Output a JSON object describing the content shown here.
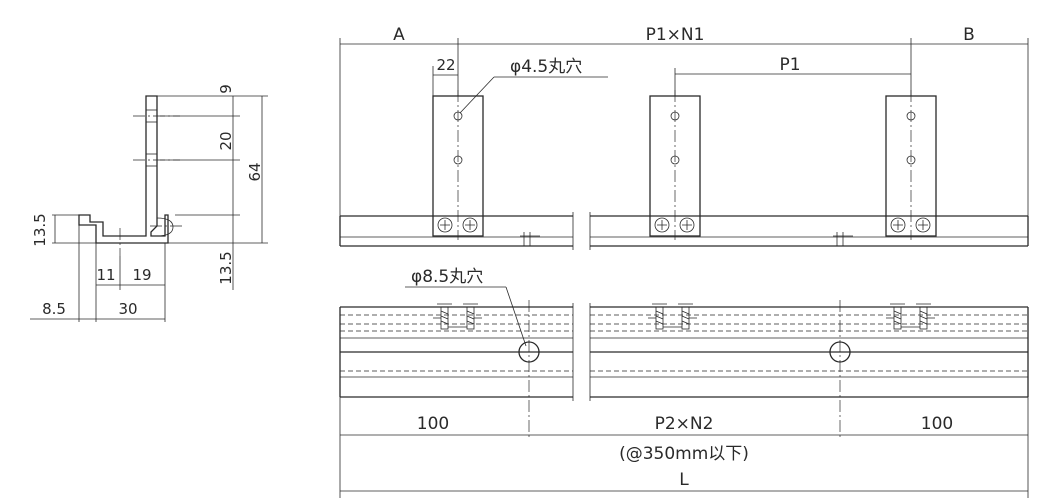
{
  "side_view": {
    "dim_9": "9",
    "dim_20": "20",
    "dim_64": "64",
    "dim_13_5_left": "13.5",
    "dim_13_5_right": "13.5",
    "dim_11": "11",
    "dim_19": "19",
    "dim_8_5": "8.5",
    "dim_30": "30"
  },
  "front_view": {
    "label_a": "A",
    "label_p1n1": "P1×N1",
    "label_b": "B",
    "dim_22": "22",
    "hole_small": "φ4.5丸穴",
    "label_p1": "P1"
  },
  "plan_view": {
    "hole_large": "φ8.5丸穴",
    "dim_100_left": "100",
    "label_p2n2": "P2×N2",
    "dim_100_right": "100",
    "note_spacing": "(@350mm以下)",
    "label_l": "L"
  }
}
